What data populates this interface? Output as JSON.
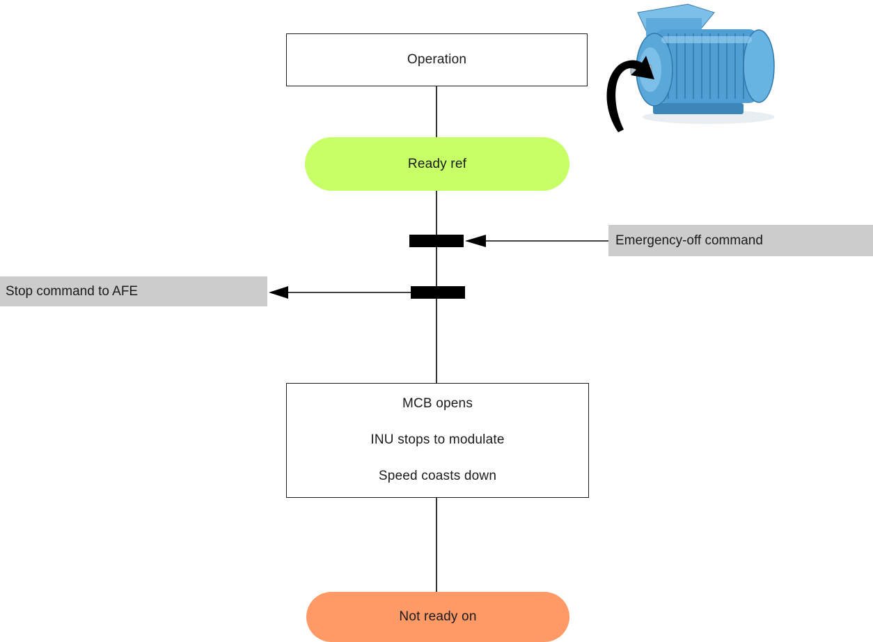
{
  "nodes": {
    "operation": "Operation",
    "ready_ref": "Ready ref",
    "mcb_box": {
      "line1": "MCB opens",
      "line2": "INU stops to modulate",
      "line3": "Speed coasts down"
    },
    "not_ready_on": "Not ready on"
  },
  "signals": {
    "emergency_off": "Emergency-off command",
    "stop_afe": "Stop command to AFE"
  },
  "colors": {
    "ready_ref_fill": "#c6ff66",
    "not_ready_fill": "#ff9966",
    "signal_label_fill": "#cccccc",
    "motor_body": "#5aa8d8"
  },
  "icons": {
    "motor": "electric-motor-icon",
    "rotation": "rotation-arrow-icon"
  }
}
